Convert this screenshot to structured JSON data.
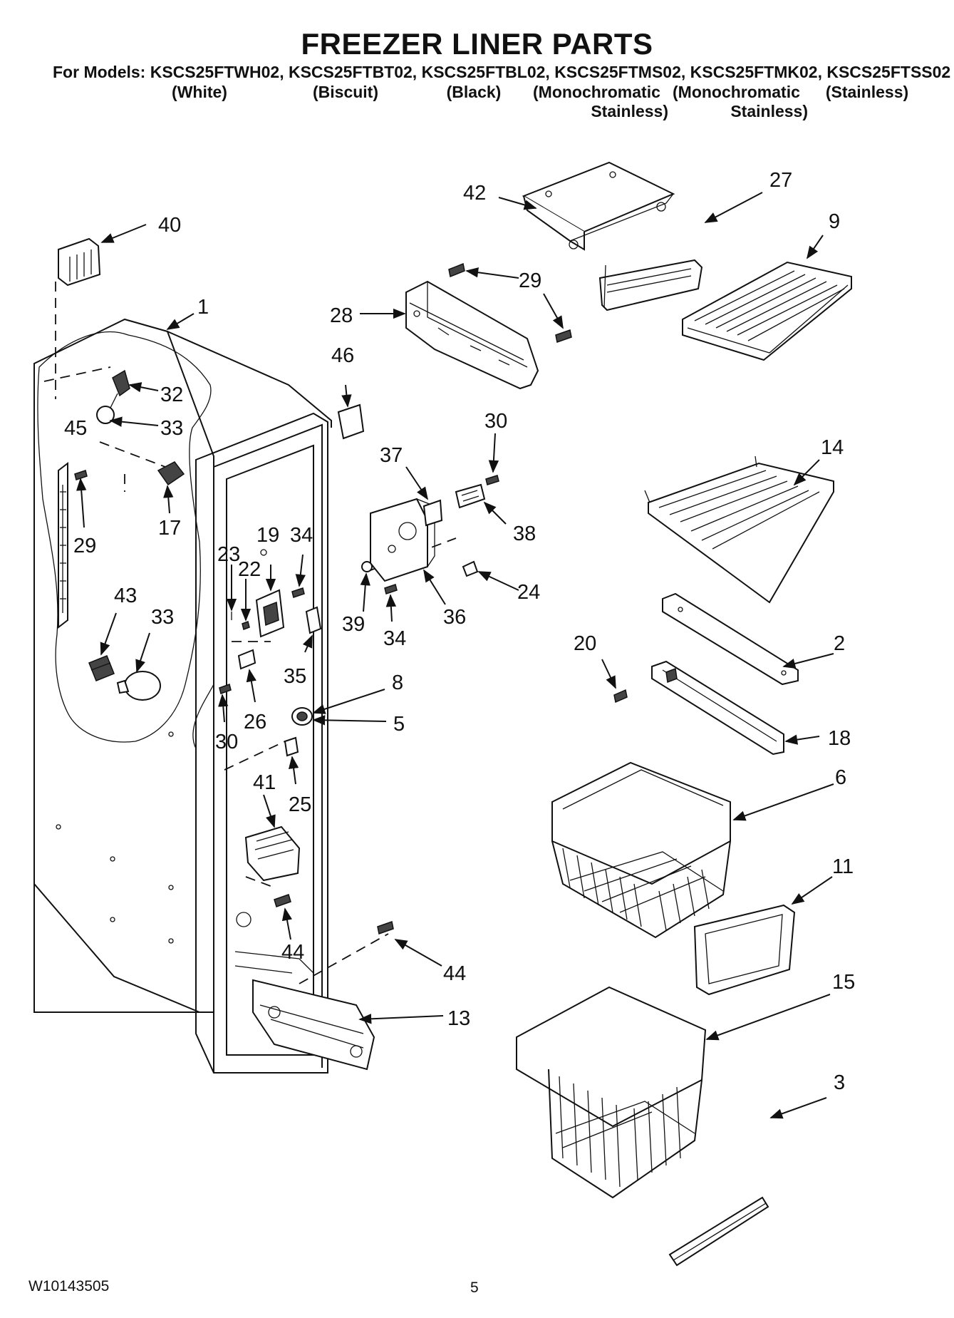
{
  "header": {
    "title": "FREEZER LINER PARTS",
    "models_line": "For Models: KSCS25FTWH02, KSCS25FTBT02, KSCS25FTBL02, KSCS25FTMS02, KSCS25FTMK02, KSCS25FTSS02",
    "colors": [
      {
        "line1": "(White)",
        "line2": ""
      },
      {
        "line1": "(Biscuit)",
        "line2": ""
      },
      {
        "line1": "(Black)",
        "line2": ""
      },
      {
        "line1": "(Monochromatic",
        "line2": "Stainless)"
      },
      {
        "line1": "(Monochromatic",
        "line2": "Stainless)"
      },
      {
        "line1": "(Stainless)",
        "line2": ""
      }
    ]
  },
  "callouts": {
    "c1": "1",
    "c2": "2",
    "c3": "3",
    "c5": "5",
    "c6": "6",
    "c8": "8",
    "c9": "9",
    "c11": "11",
    "c13": "13",
    "c14": "14",
    "c15": "15",
    "c17": "17",
    "c18": "18",
    "c19": "19",
    "c20": "20",
    "c22": "22",
    "c23": "23",
    "c24": "24",
    "c25": "25",
    "c26": "26",
    "c27": "27",
    "c28": "28",
    "c29a": "29",
    "c29b": "29",
    "c30a": "30",
    "c30b": "30",
    "c32": "32",
    "c33a": "33",
    "c33b": "33",
    "c34a": "34",
    "c34b": "34",
    "c35": "35",
    "c36": "36",
    "c37": "37",
    "c38": "38",
    "c39": "39",
    "c40": "40",
    "c41": "41",
    "c42": "42",
    "c43": "43",
    "c44a": "44",
    "c44b": "44",
    "c45": "45",
    "c46": "46"
  },
  "footer": {
    "doc_number": "W10143505",
    "page": "5"
  }
}
